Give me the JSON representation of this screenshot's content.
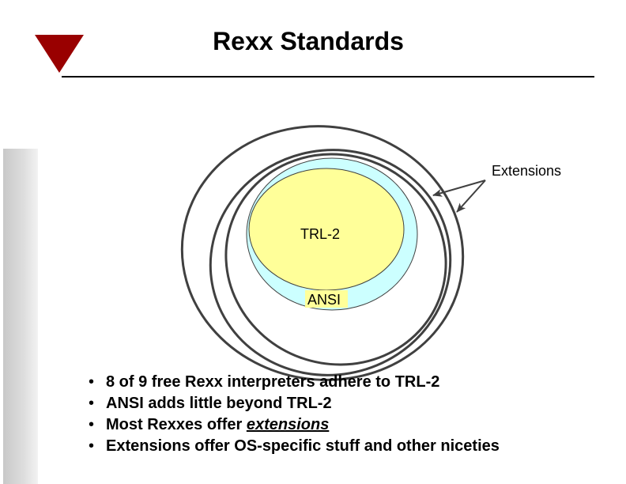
{
  "slide": {
    "title": "Rexx Standards",
    "colors": {
      "logo": "#990000",
      "trl2_fill": "#ffff99",
      "ansi_fill": "#ccffff",
      "ring_stroke": "#404040"
    },
    "icons": [
      "triangle-logo-icon"
    ]
  },
  "diagram": {
    "labels": {
      "extensions": "Extensions",
      "trl2": "TRL-2",
      "ansi": "ANSI"
    }
  },
  "bullets": [
    {
      "mark": "•",
      "text": "8 of 9 free Rexx interpreters adhere to TRL-2"
    },
    {
      "mark": "•",
      "text": "ANSI adds little beyond TRL-2"
    },
    {
      "mark": "•",
      "pre": "Most Rexxes offer ",
      "emph": "extensions"
    },
    {
      "mark": "•",
      "text": "Extensions offer OS-specific stuff and other niceties"
    }
  ]
}
